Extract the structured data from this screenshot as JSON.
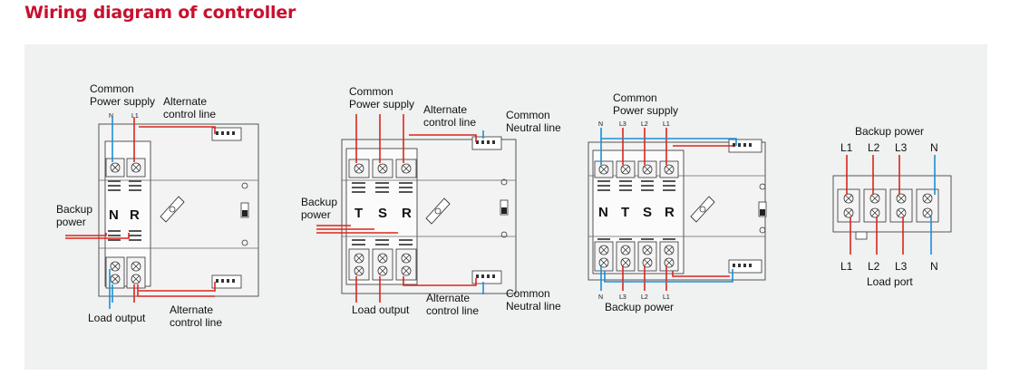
{
  "title": "Wiring diagram of controller",
  "colors": {
    "title": "#c8102e",
    "panel": "#f0f1f1",
    "line_wire": "#d9261c",
    "neutral_wire": "#1b8fd8"
  },
  "controller_2p": {
    "label_common": "Common",
    "label_power_supply": "Power supply",
    "label_alt_top_1": "Alternate",
    "label_alt_top_2": "control line",
    "label_backup_1": "Backup",
    "label_backup_2": "power",
    "label_load_output": "Load output",
    "label_alt_bottom_1": "Alternate",
    "label_alt_bottom_2": "control line",
    "terminal_n": "N",
    "terminal_l1": "L1",
    "pole_1": "N",
    "pole_2": "R"
  },
  "controller_3p": {
    "label_common": "Common",
    "label_power_supply": "Power supply",
    "label_alt_top_1": "Alternate",
    "label_alt_top_2": "control line",
    "label_neutral_top_1": "Common",
    "label_neutral_top_2": "Neutral line",
    "label_backup_1": "Backup",
    "label_backup_2": "power",
    "label_load_output": "Load output",
    "label_alt_bottom_1": "Alternate",
    "label_alt_bottom_2": "control line",
    "label_neutral_bottom_1": "Common",
    "label_neutral_bottom_2": "Neutral line",
    "pole_1": "T",
    "pole_2": "S",
    "pole_3": "R"
  },
  "controller_4p": {
    "label_common": "Common",
    "label_power_supply": "Power supply",
    "label_backup_power": "Backup power",
    "top_terminals": [
      "N",
      "L3",
      "L2",
      "L1"
    ],
    "bottom_terminals": [
      "N",
      "L3",
      "L2",
      "L1"
    ],
    "pole_1": "N",
    "pole_2": "T",
    "pole_3": "S",
    "pole_4": "R"
  },
  "load_port_block": {
    "label_backup_power": "Backup power",
    "label_load_port": "Load port",
    "top_terminals": [
      "L1",
      "L2",
      "L3",
      "N"
    ],
    "bottom_terminals": [
      "L1",
      "L2",
      "L3",
      "N"
    ]
  }
}
